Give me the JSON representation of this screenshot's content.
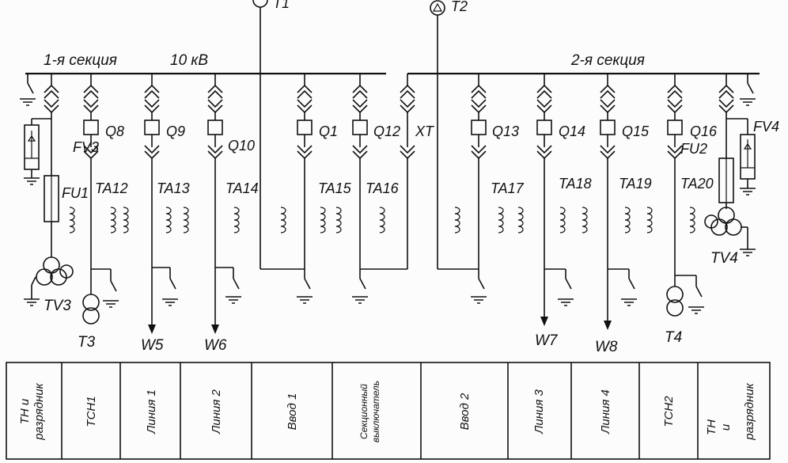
{
  "labels": {
    "section1": "1-я секция",
    "voltage": "10 кВ",
    "section2": "2-я секция",
    "t1": "T1",
    "t2": "T2",
    "q8": "Q8",
    "q9": "Q9",
    "q10": "Q10",
    "q1": "Q1",
    "q12": "Q12",
    "q13": "Q13",
    "q14": "Q14",
    "q15": "Q15",
    "q16": "Q16",
    "xt": "XT",
    "fv3": "FV3",
    "fu1": "FU1",
    "tv3": "TV3",
    "fv4": "FV4",
    "fu2": "FU2",
    "tv4": "TV4",
    "ta12": "TA12",
    "ta13": "TA13",
    "ta14": "TA14",
    "ta15": "TA15",
    "ta16": "TA16",
    "ta17": "TA17",
    "ta18": "TA18",
    "ta19": "TA19",
    "ta20": "TA20",
    "t3": "T3",
    "t4": "T4",
    "w5": "W5",
    "w6": "W6",
    "w7": "W7",
    "w8": "W8"
  },
  "table": {
    "tn_left_1": "ТН и",
    "tn_left_2": "разрядник",
    "tsn1": "ТСН1",
    "line1": "Линия 1",
    "line2": "Линия 2",
    "vvod1": "Ввод 1",
    "sect_1": "Секционный",
    "sect_2": "выключатель",
    "vvod2": "Ввод 2",
    "line3": "Линия 3",
    "line4": "Линия 4",
    "tsn2": "ТСН2",
    "tn_right_1": "ТН",
    "tn_right_2": "и",
    "tn_right_3": "разрядник"
  }
}
